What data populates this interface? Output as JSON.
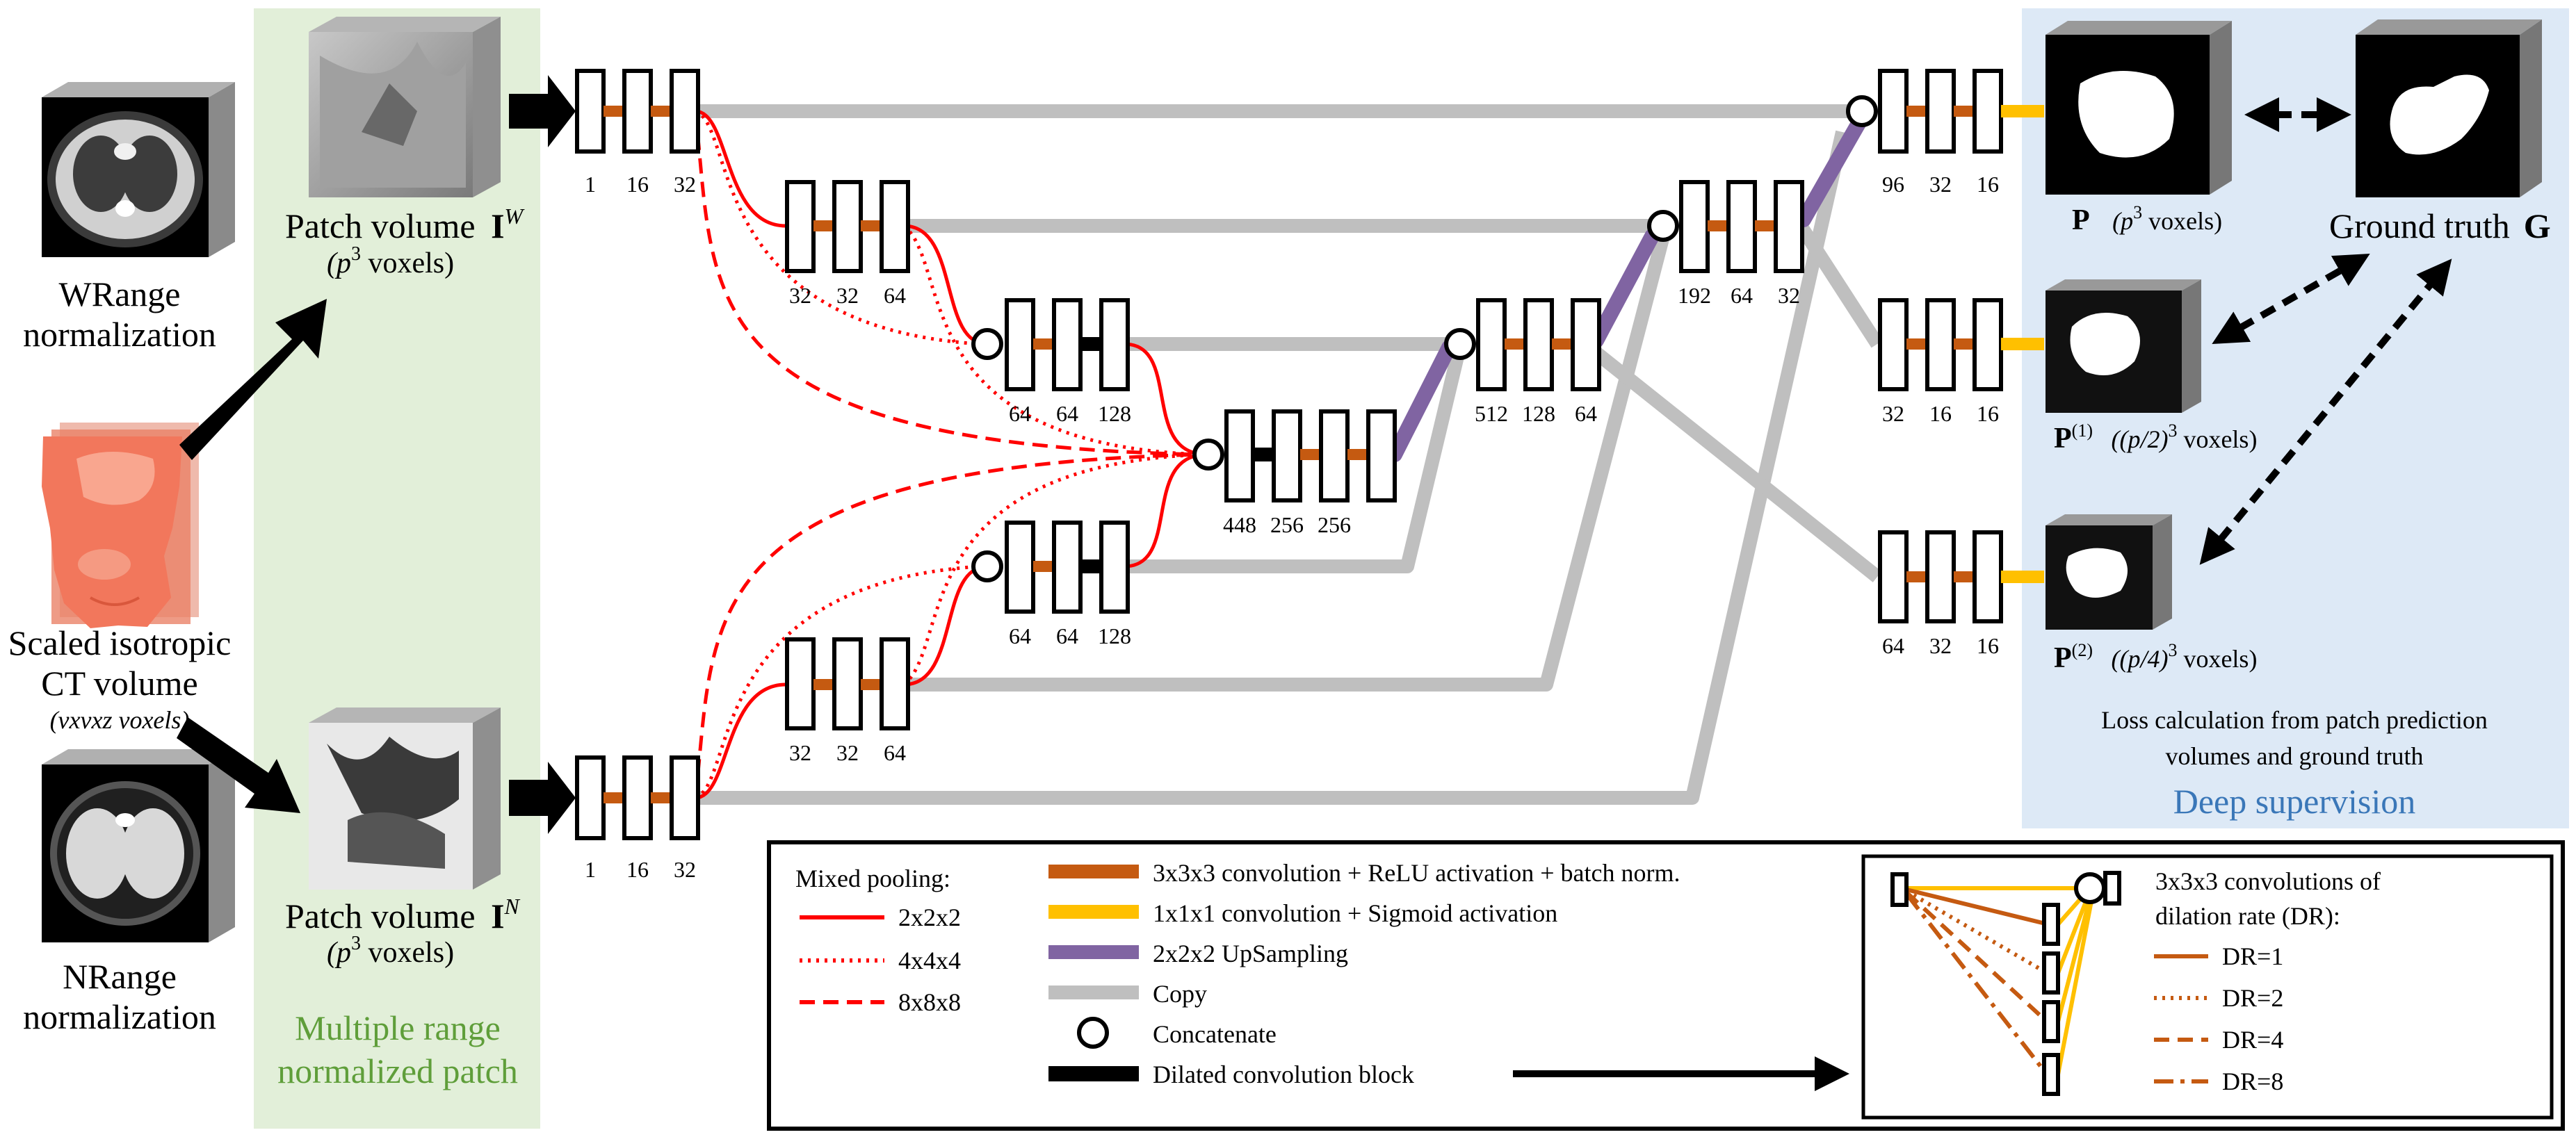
{
  "left_panel": {
    "wrange_label": [
      "WRange",
      "normalization"
    ],
    "nrange_label": [
      "NRange",
      "normalization"
    ],
    "ct_label": [
      "Scaled isotropic",
      "CT volume"
    ],
    "ct_voxels": "(vxvxz voxels)"
  },
  "green_panel": {
    "patch_w_label": "Patch volume",
    "patch_w_symbol": "I",
    "patch_w_sup": "W",
    "patch_n_label": "Patch volume",
    "patch_n_symbol": "I",
    "patch_n_sup": "N",
    "patch_voxels": "(p",
    "patch_voxels_sup": "3",
    "patch_voxels_end": " voxels)",
    "title": [
      "Multiple range",
      "normalized patch"
    ]
  },
  "blocks": {
    "enc_w1": [
      "1",
      "16",
      "32"
    ],
    "enc_n1": [
      "1",
      "16",
      "32"
    ],
    "enc_w2": [
      "32",
      "32",
      "64"
    ],
    "enc_n2": [
      "32",
      "32",
      "64"
    ],
    "enc_w3": [
      "64",
      "64",
      "128"
    ],
    "enc_n3": [
      "64",
      "64",
      "128"
    ],
    "bottleneck": [
      "448",
      "256",
      "256"
    ],
    "dec3": [
      "512",
      "128",
      "64"
    ],
    "dec2": [
      "192",
      "64",
      "32"
    ],
    "dec1": [
      "96",
      "32",
      "16"
    ],
    "out1": [
      "32",
      "16",
      "16"
    ],
    "out2": [
      "64",
      "32",
      "16"
    ]
  },
  "outputs": {
    "p_symbol": "P",
    "p_voxels": "(p",
    "p_voxels_sup": "3",
    "p_voxels_end": " voxels)",
    "p1_symbol": "P",
    "p1_sup": "(1)",
    "p1_voxels": "((p/2)",
    "p1_voxels_sup": "3",
    "p1_voxels_end": " voxels)",
    "p2_symbol": "P",
    "p2_sup": "(2)",
    "p2_voxels": "((p/4)",
    "p2_voxels_sup": "3",
    "p2_voxels_end": " voxels)",
    "gt_label": "Ground truth",
    "gt_symbol": "G",
    "loss_text": [
      "Loss calculation from patch prediction",
      "volumes and ground truth"
    ],
    "deep_supervision": "Deep supervision"
  },
  "legend": {
    "pooling_title": "Mixed pooling:",
    "pool_2": "2x2x2",
    "pool_4": "4x4x4",
    "pool_8": "8x8x8",
    "conv3": "3x3x3 convolution + ReLU activation + batch norm.",
    "conv1": "1x1x1 convolution + Sigmoid activation",
    "upsampling": "2x2x2 UpSampling",
    "copy": "Copy",
    "concatenate": "Concatenate",
    "dilated": "Dilated convolution block",
    "dilation_title": [
      "3x3x3 convolutions of",
      "dilation rate (DR):"
    ],
    "dr1": "DR=1",
    "dr2": "DR=2",
    "dr4": "DR=4",
    "dr8": "DR=8"
  },
  "colors": {
    "green_panel": "#e2efd9",
    "blue_panel": "#dde9f6",
    "conv3": "#c55a11",
    "conv1": "#ffc000",
    "upsampling": "#8064a2",
    "copy": "#bfbfbf",
    "pooling": "#ff0000",
    "green_text": "#5f9e3a",
    "blue_text": "#3a77b8",
    "ct_body": "#f2775c"
  }
}
